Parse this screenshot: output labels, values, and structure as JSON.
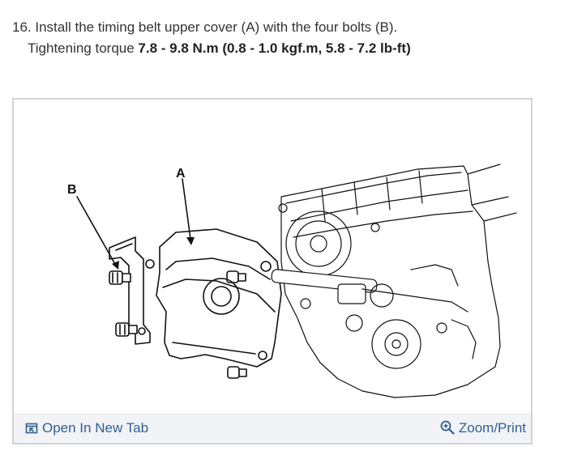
{
  "step": {
    "text": "16. Install the timing belt upper cover (A) with the four bolts (B)."
  },
  "torque": {
    "prefix": "Tightening torque ",
    "value": "7.8 - 9.8 N.m (0.8 - 1.0 kgf.m, 5.8 - 7.2 lb-ft)"
  },
  "figure": {
    "label_a": "A",
    "label_b": "B"
  },
  "footer": {
    "open_label": "Open In New Tab",
    "zoom_label": "Zoom/Print",
    "open_icon": "open-in-new-tab-icon",
    "zoom_icon": "zoom-in-icon",
    "link_color": "#2f5f93"
  }
}
